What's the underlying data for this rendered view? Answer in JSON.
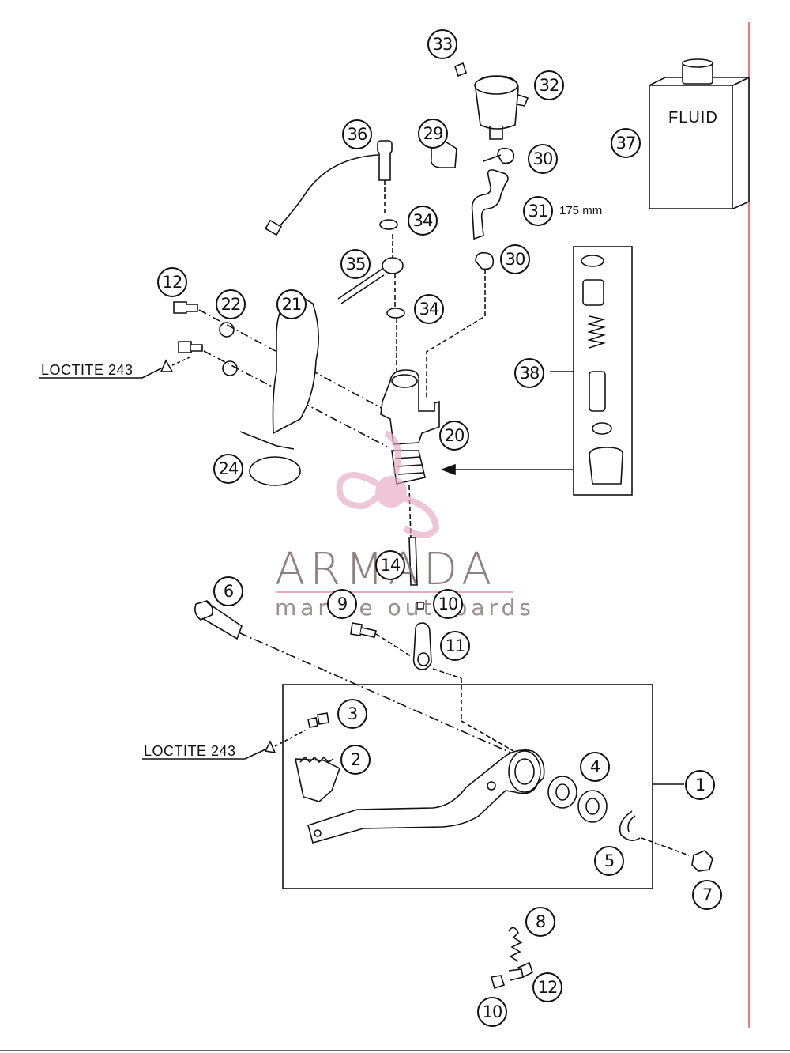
{
  "diagram": {
    "callouts": [
      {
        "id": "c33",
        "label": "33"
      },
      {
        "id": "c32",
        "label": "32"
      },
      {
        "id": "c37",
        "label": "37"
      },
      {
        "id": "c36",
        "label": "36"
      },
      {
        "id": "c29",
        "label": "29"
      },
      {
        "id": "c30a",
        "label": "30"
      },
      {
        "id": "c31",
        "label": "31"
      },
      {
        "id": "c34a",
        "label": "34"
      },
      {
        "id": "c30b",
        "label": "30"
      },
      {
        "id": "c35",
        "label": "35"
      },
      {
        "id": "c12a",
        "label": "12"
      },
      {
        "id": "c22",
        "label": "22"
      },
      {
        "id": "c21",
        "label": "21"
      },
      {
        "id": "c34b",
        "label": "34"
      },
      {
        "id": "c38",
        "label": "38"
      },
      {
        "id": "c20",
        "label": "20"
      },
      {
        "id": "c24",
        "label": "24"
      },
      {
        "id": "c14",
        "label": "14"
      },
      {
        "id": "c6",
        "label": "6"
      },
      {
        "id": "c9",
        "label": "9"
      },
      {
        "id": "c10a",
        "label": "10"
      },
      {
        "id": "c11",
        "label": "11"
      },
      {
        "id": "c3",
        "label": "3"
      },
      {
        "id": "c2",
        "label": "2"
      },
      {
        "id": "c4",
        "label": "4"
      },
      {
        "id": "c1",
        "label": "1"
      },
      {
        "id": "c5",
        "label": "5"
      },
      {
        "id": "c7",
        "label": "7"
      },
      {
        "id": "c8",
        "label": "8"
      },
      {
        "id": "c12b",
        "label": "12"
      },
      {
        "id": "c10b",
        "label": "10"
      }
    ],
    "fluid_label": "FLUID",
    "hose_length": "175 mm",
    "loctite_top": "LOCTITE 243",
    "loctite_bottom": "LOCTITE 243"
  },
  "watermark": {
    "title": "ARMADA",
    "subtitle": "marine outboards"
  },
  "colors": {
    "ink": "#111111",
    "margin_line": "#e05050",
    "watermark_pink": "#e8a9c4"
  }
}
